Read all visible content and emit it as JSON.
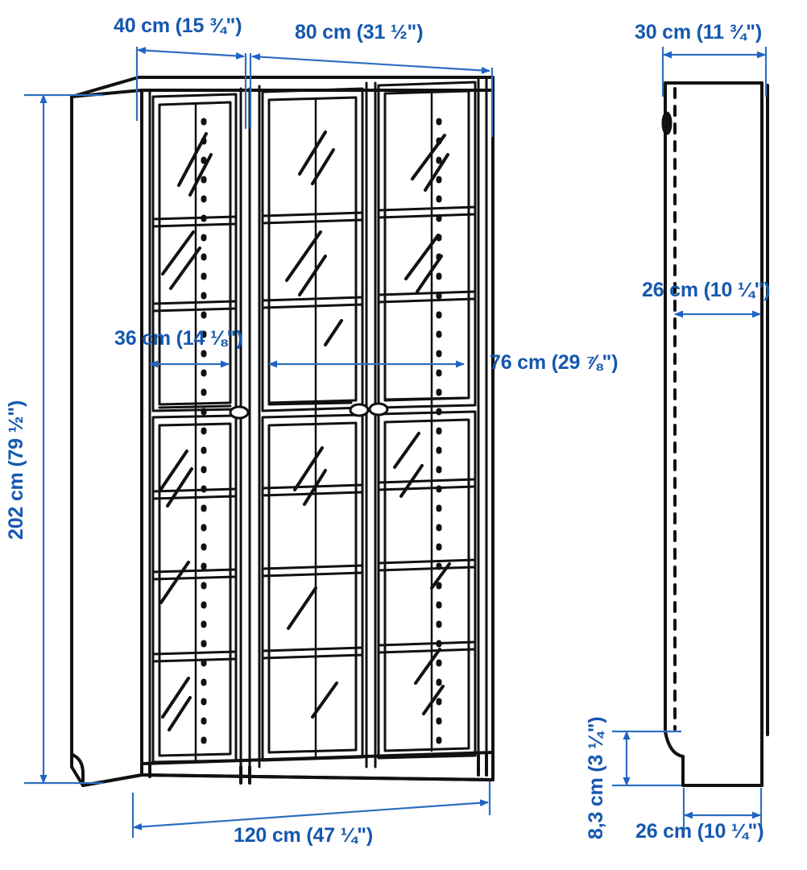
{
  "drawing": {
    "title": "Bookcase with glass doors — dimension drawing",
    "accent_color": "#1558b0",
    "arrow_color": "#1f63c4",
    "line_color": "#111111",
    "background": "#ffffff",
    "views": [
      {
        "name": "front-view",
        "description": "Front elevation, three glass doors"
      },
      {
        "name": "side-view",
        "description": "Side elevation, depth profile"
      }
    ]
  },
  "dimensions": {
    "front_top_left": {
      "name": "width-narrow-unit",
      "text": "40 cm (15 ¾\")",
      "value_cm": 40,
      "value_in": "15 3/4"
    },
    "front_top_right": {
      "name": "width-wide-unit",
      "text": "80 cm (31 ½\")",
      "value_cm": 80,
      "value_in": "31 1/2"
    },
    "front_left_height": {
      "name": "total-height",
      "text": "202 cm (79 ½\")",
      "value_cm": 202,
      "value_in": "79 1/2"
    },
    "front_mid_left": {
      "name": "inner-width-narrow",
      "text": "36 cm (14 ⅛\")",
      "value_cm": 36,
      "value_in": "14 1/8"
    },
    "front_mid_right": {
      "name": "inner-width-wide",
      "text": "76 cm (29 ⅞\")",
      "value_cm": 76,
      "value_in": "29 7/8"
    },
    "front_bottom": {
      "name": "total-width",
      "text": "120 cm (47 ¼\")",
      "value_cm": 120,
      "value_in": "47 1/4"
    },
    "side_top": {
      "name": "total-depth",
      "text": "30 cm (11 ¾\")",
      "value_cm": 30,
      "value_in": "11 3/4"
    },
    "side_mid": {
      "name": "inner-depth",
      "text": "26 cm (10 ¼\")",
      "value_cm": 26,
      "value_in": "10 1/4"
    },
    "side_bottom_height": {
      "name": "plinth-height",
      "text": "8,3 cm (3 ¼\")",
      "value_cm": 8.3,
      "value_in": "3 1/4"
    },
    "side_bottom_width": {
      "name": "base-depth",
      "text": "26 cm (10 ¼\")",
      "value_cm": 26,
      "value_in": "10 1/4"
    }
  }
}
